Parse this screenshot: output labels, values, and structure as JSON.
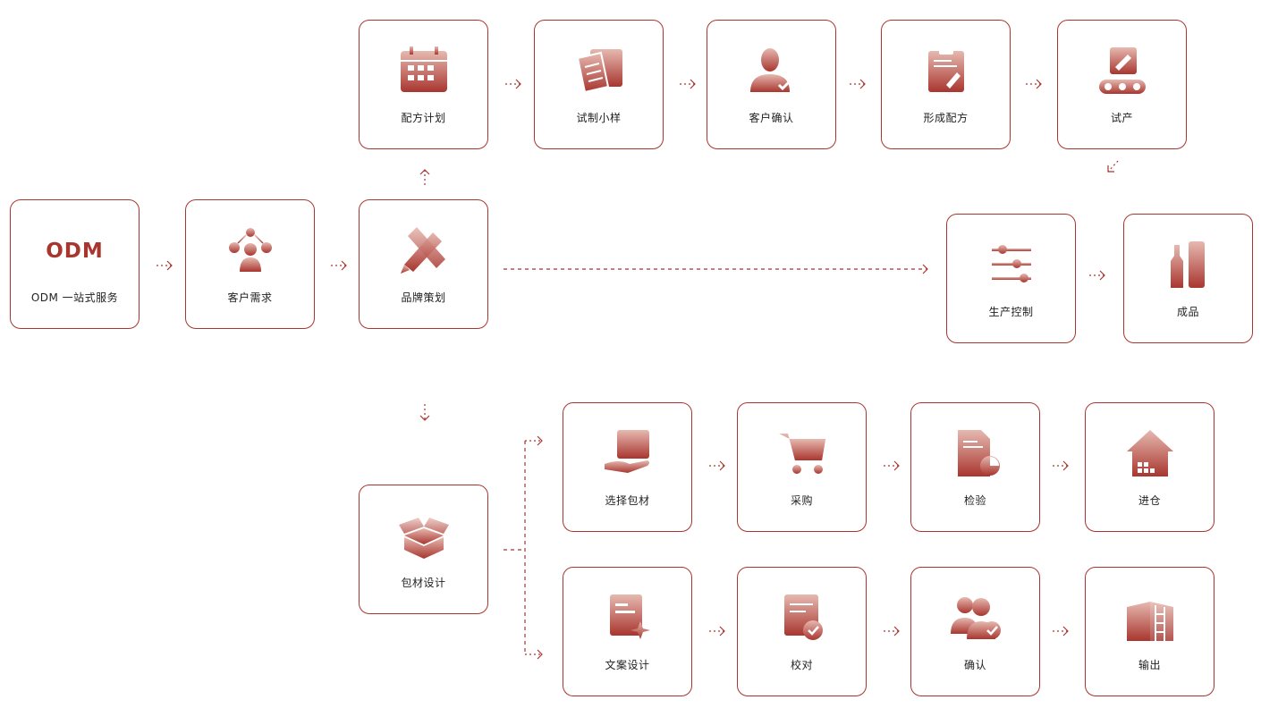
{
  "brand": {
    "logo_text": "ODM"
  },
  "steps": {
    "odm": "ODM 一站式服务",
    "demand": "客户需求",
    "brand_plan": "品牌策划",
    "formula_plan": "配方计划",
    "trial_sample": "试制小样",
    "customer_confirm": "客户确认",
    "final_formula": "形成配方",
    "trial_production": "试产",
    "production_control": "生产控制",
    "finished_product": "成品",
    "packaging_design": "包材设计",
    "choose_material": "选择包材",
    "purchase": "采购",
    "inspection": "检验",
    "warehousing": "进仓",
    "copywriting": "文案设计",
    "proofread": "校对",
    "confirm": "确认",
    "output": "输出"
  },
  "colors": {
    "accent": "#a8362f",
    "accent_light": "#e6b9b0"
  },
  "icons": {
    "odm": "odm-logo",
    "demand": "customer-demand-icon",
    "brand_plan": "pencil-ruler-icon",
    "formula_plan": "calendar-icon",
    "trial_sample": "clipboard-box-icon",
    "customer_confirm": "user-check-icon",
    "final_formula": "clipboard-pen-icon",
    "trial_production": "conveyor-icon",
    "production_control": "sliders-icon",
    "finished_product": "bottles-icon",
    "packaging_design": "open-box-icon",
    "choose_material": "hand-box-icon",
    "purchase": "cart-icon",
    "inspection": "document-chart-icon",
    "warehousing": "warehouse-icon",
    "copywriting": "document-star-icon",
    "proofread": "document-check-icon",
    "confirm": "users-check-icon",
    "output": "building-ladder-icon"
  }
}
